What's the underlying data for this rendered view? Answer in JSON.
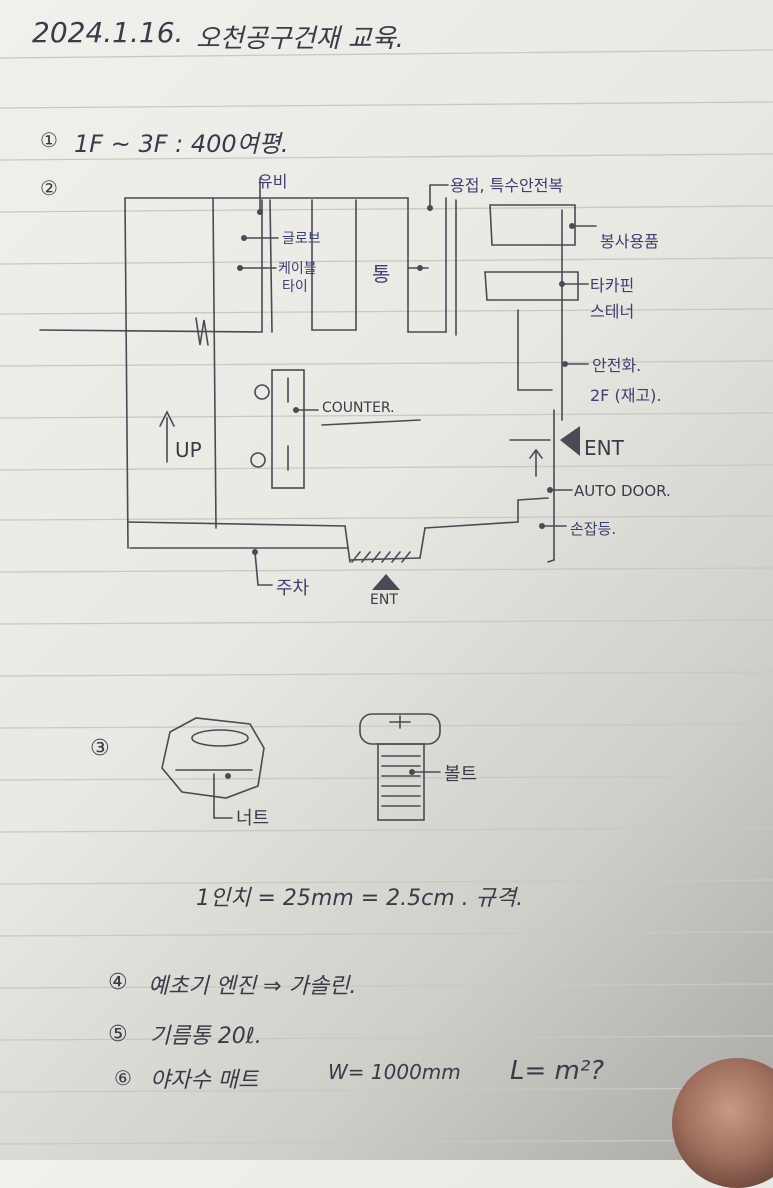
{
  "header": {
    "date": "2024.1.16.",
    "title": "오천공구건재 교육."
  },
  "item1": {
    "marker": "①",
    "text": "1F ~ 3F : 400여평."
  },
  "item2": {
    "marker": "②",
    "labels": {
      "ubi": "유비",
      "cable_tie_1": "글로브",
      "cable_tie_2": "케이블",
      "cable_tie_3": "타이",
      "tong": "통",
      "welding": "용접, 특수안전복",
      "shelf": "봉사용품",
      "takapin_1": "타카핀",
      "takapin_2": "스테너",
      "safety_1": "안전화.",
      "safety_2": "2F (재고).",
      "counter": "COUNTER.",
      "up": "UP",
      "ent_right": "ENT",
      "auto_door": "AUTO DOOR.",
      "tools": "손잡등.",
      "parking": "주차",
      "ent_bottom": "ENT"
    }
  },
  "item3": {
    "marker": "③",
    "nut_label": "너트",
    "bolt_label": "볼트"
  },
  "spec_line": "1인치 = 25mm = 2.5cm . 규격.",
  "item4": {
    "marker": "④",
    "text": "예초기 엔진 ⇒ 가솔린."
  },
  "item5": {
    "marker": "⑤",
    "text": "기름통 20ℓ."
  },
  "item6": {
    "marker": "⑥",
    "text": "야자수 매트",
    "w": "W= 1000mm",
    "l": "L= m²?"
  }
}
